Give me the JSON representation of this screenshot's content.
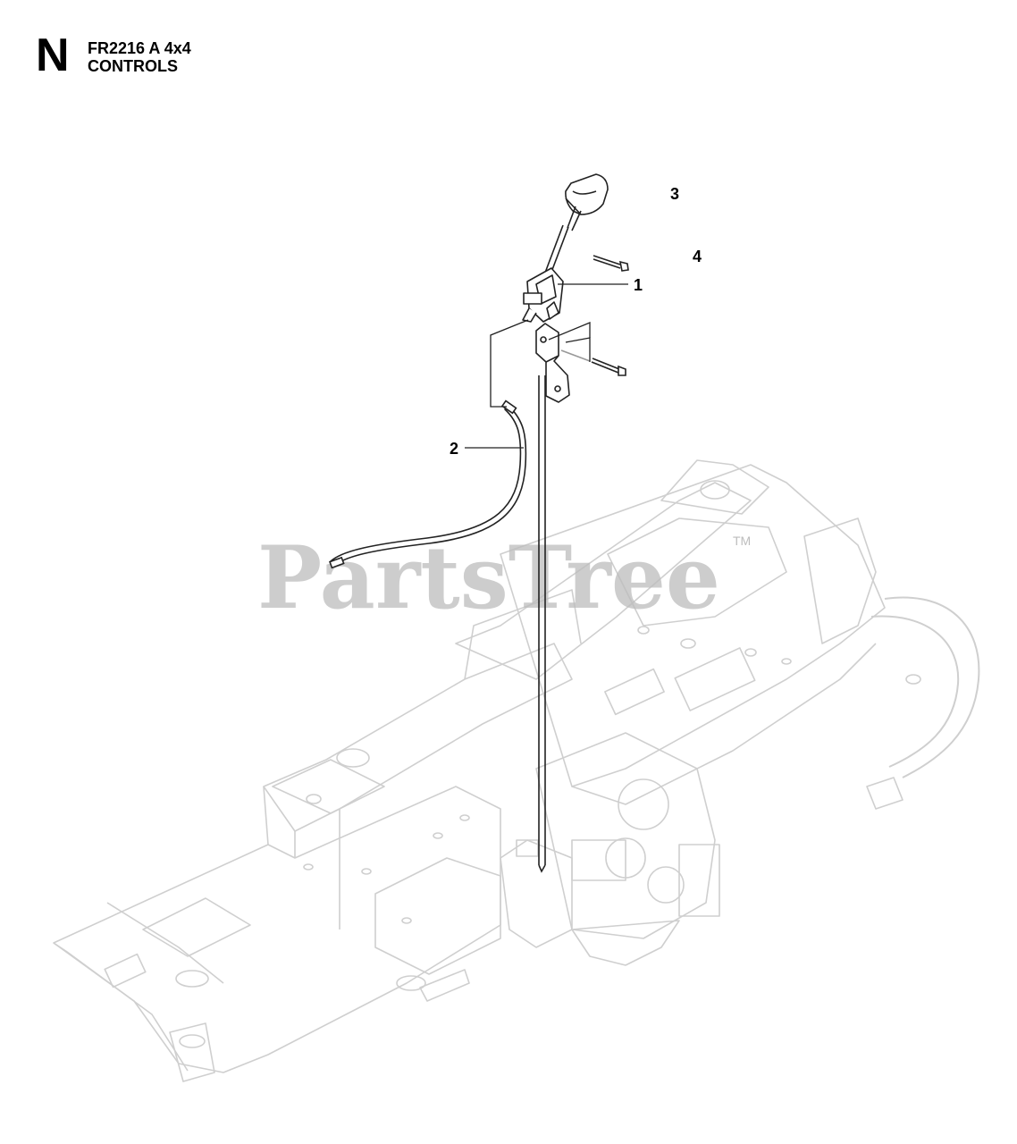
{
  "header": {
    "section_letter": "N",
    "model": "FR2216 A 4x4",
    "section_title": "CONTROLS"
  },
  "callouts": [
    {
      "id": "1",
      "label": "1"
    },
    {
      "id": "2",
      "label": "2"
    },
    {
      "id": "3",
      "label": "3"
    },
    {
      "id": "4",
      "label": "4"
    }
  ],
  "watermark": {
    "text": "PartsTree",
    "tm": "TM"
  },
  "colors": {
    "line_dark": "#222222",
    "line_faint": "#cfcfcf",
    "watermark": "#bdbdbd"
  }
}
